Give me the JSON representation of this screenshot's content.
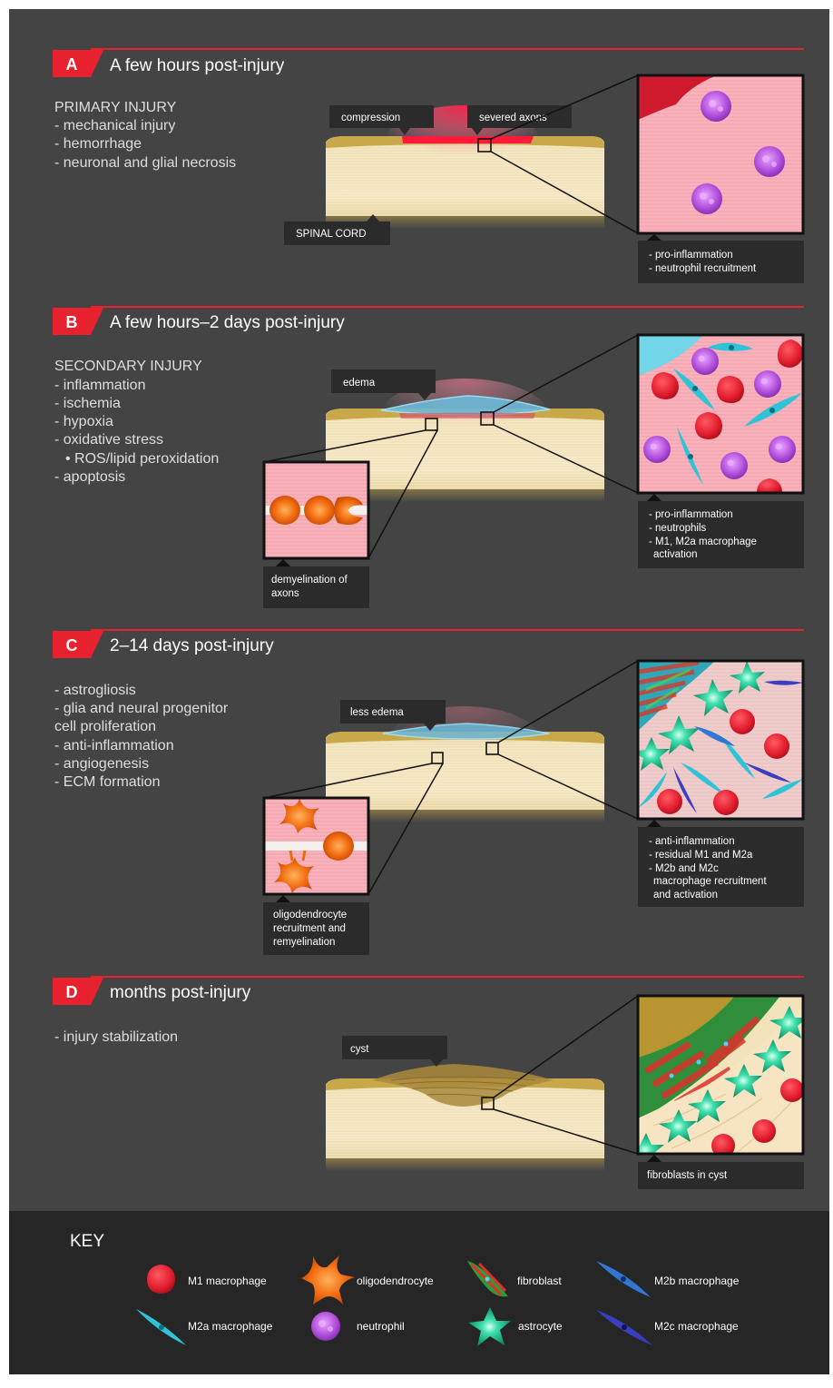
{
  "panels": [
    {
      "letter": "A",
      "title": "A few hours post-injury",
      "lines": [
        "PRIMARY INJURY",
        "- mechanical injury",
        "- hemorrhage",
        "- neuronal and glial necrosis"
      ],
      "labels": [
        "compression",
        "severed axons",
        "SPINAL CORD"
      ],
      "notes": [
        "- pro-inflammation",
        "- neutrophil recruitment"
      ]
    },
    {
      "letter": "B",
      "title": "A few hours–2 days post-injury",
      "lines": [
        "SECONDARY INJURY",
        "- inflammation",
        "- ischemia",
        "- hypoxia",
        "- oxidative stress",
        "  • ROS/lipid peroxidation",
        "- apoptosis"
      ],
      "labels": [
        "edema"
      ],
      "inset_caption": [
        "demyelination of",
        "axons"
      ],
      "notes": [
        "- pro-inflammation",
        "- neutrophils",
        "- M1, M2a macrophage",
        "  activation"
      ]
    },
    {
      "letter": "C",
      "title": "2–14 days post-injury",
      "lines": [
        "- astrogliosis",
        "- glia and neural progenitor",
        "  cell proliferation",
        "- anti-inflammation",
        "- angiogenesis",
        "- ECM formation"
      ],
      "labels": [
        "less edema"
      ],
      "inset_caption": [
        "oligodendrocyte",
        "recruitment and",
        "remyelination"
      ],
      "notes": [
        "- anti-inflammation",
        "- residual M1 and M2a",
        "- M2b and M2c",
        "  macrophage recruitment",
        "  and activation"
      ]
    },
    {
      "letter": "D",
      "title": "months post-injury",
      "lines": [
        "- injury stabilization"
      ],
      "labels": [
        "cyst"
      ],
      "notes": [
        "fibroblasts in cyst"
      ]
    }
  ],
  "key": {
    "title": "KEY",
    "items": [
      {
        "label": "M1 macrophage",
        "icon": "m1-macrophage-icon"
      },
      {
        "label": "oligodendrocyte",
        "icon": "oligodendrocyte-icon"
      },
      {
        "label": "fibroblast",
        "icon": "fibroblast-icon"
      },
      {
        "label": "M2b macrophage",
        "icon": "m2b-macrophage-icon"
      },
      {
        "label": "M2a macrophage",
        "icon": "m2a-macrophage-icon"
      },
      {
        "label": "neutrophil",
        "icon": "neutrophil-icon"
      },
      {
        "label": "astrocyte",
        "icon": "astrocyte-icon"
      },
      {
        "label": "M2c macrophage",
        "icon": "m2c-macrophage-icon"
      }
    ]
  },
  "colors": {
    "background": "#444444",
    "key_background": "#262626",
    "accent_red": "#e8212e",
    "label_box": "#2b2b2b",
    "text_light": "#dedede",
    "cord_light": "#f2e3bb",
    "cord_dark": "#c8a94e",
    "tissue_pink": "#f4a6ad",
    "m1_red": "#e3192c",
    "neutrophil_purple": "#b34ed8",
    "m2a_cyan": "#2ec3d6",
    "m2b_blue": "#2f77d2",
    "m2c_indigo": "#3a3fc2",
    "astrocyte_green": "#1fb889",
    "oligodendrocyte_orange": "#f06a12"
  }
}
